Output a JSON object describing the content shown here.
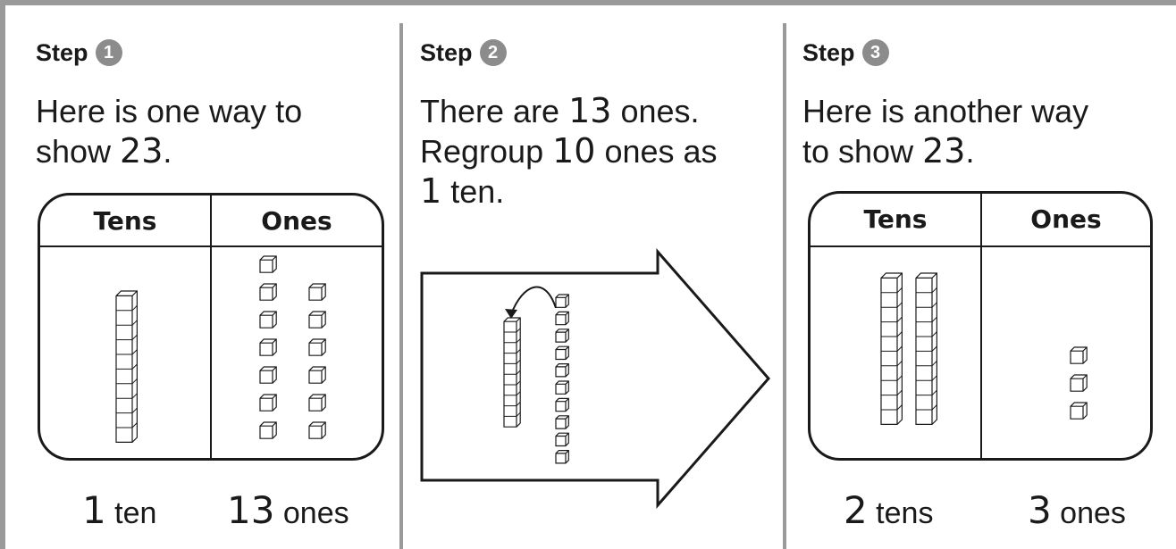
{
  "steps": [
    {
      "label": "Step",
      "number": "1",
      "line1_text": "Here is one way to",
      "line2_prefix": "show ",
      "line2_number": "23",
      "line2_suffix": ".",
      "table": {
        "tens_header": "Tens",
        "ones_header": "Ones",
        "tens_rods": 1,
        "ones_cubes": 13
      },
      "caption": {
        "tens_number": "1",
        "tens_word": " ten",
        "ones_number": "13",
        "ones_word": " ones"
      }
    },
    {
      "label": "Step",
      "number": "2",
      "line1_prefix": "There are ",
      "line1_number": "13",
      "line1_suffix": " ones.",
      "line2_prefix": "Regroup ",
      "line2_number": "10",
      "line2_suffix": " ones as",
      "line3_number": "1",
      "line3_suffix": " ten.",
      "rod_cubes": 10,
      "column_cubes": 10
    },
    {
      "label": "Step",
      "number": "3",
      "line1_text": "Here is another way",
      "line2_prefix": "to show ",
      "line2_number": "23",
      "line2_suffix": ".",
      "table": {
        "tens_header": "Tens",
        "ones_header": "Ones",
        "tens_rods": 2,
        "ones_cubes": 3
      },
      "caption": {
        "tens_number": "2",
        "tens_word": " tens",
        "ones_number": "3",
        "ones_word": " ones"
      }
    }
  ],
  "colors": {
    "frame": "#9a9a9a",
    "step_badge": "#8c8c8c",
    "ink": "#1a1a1a"
  }
}
